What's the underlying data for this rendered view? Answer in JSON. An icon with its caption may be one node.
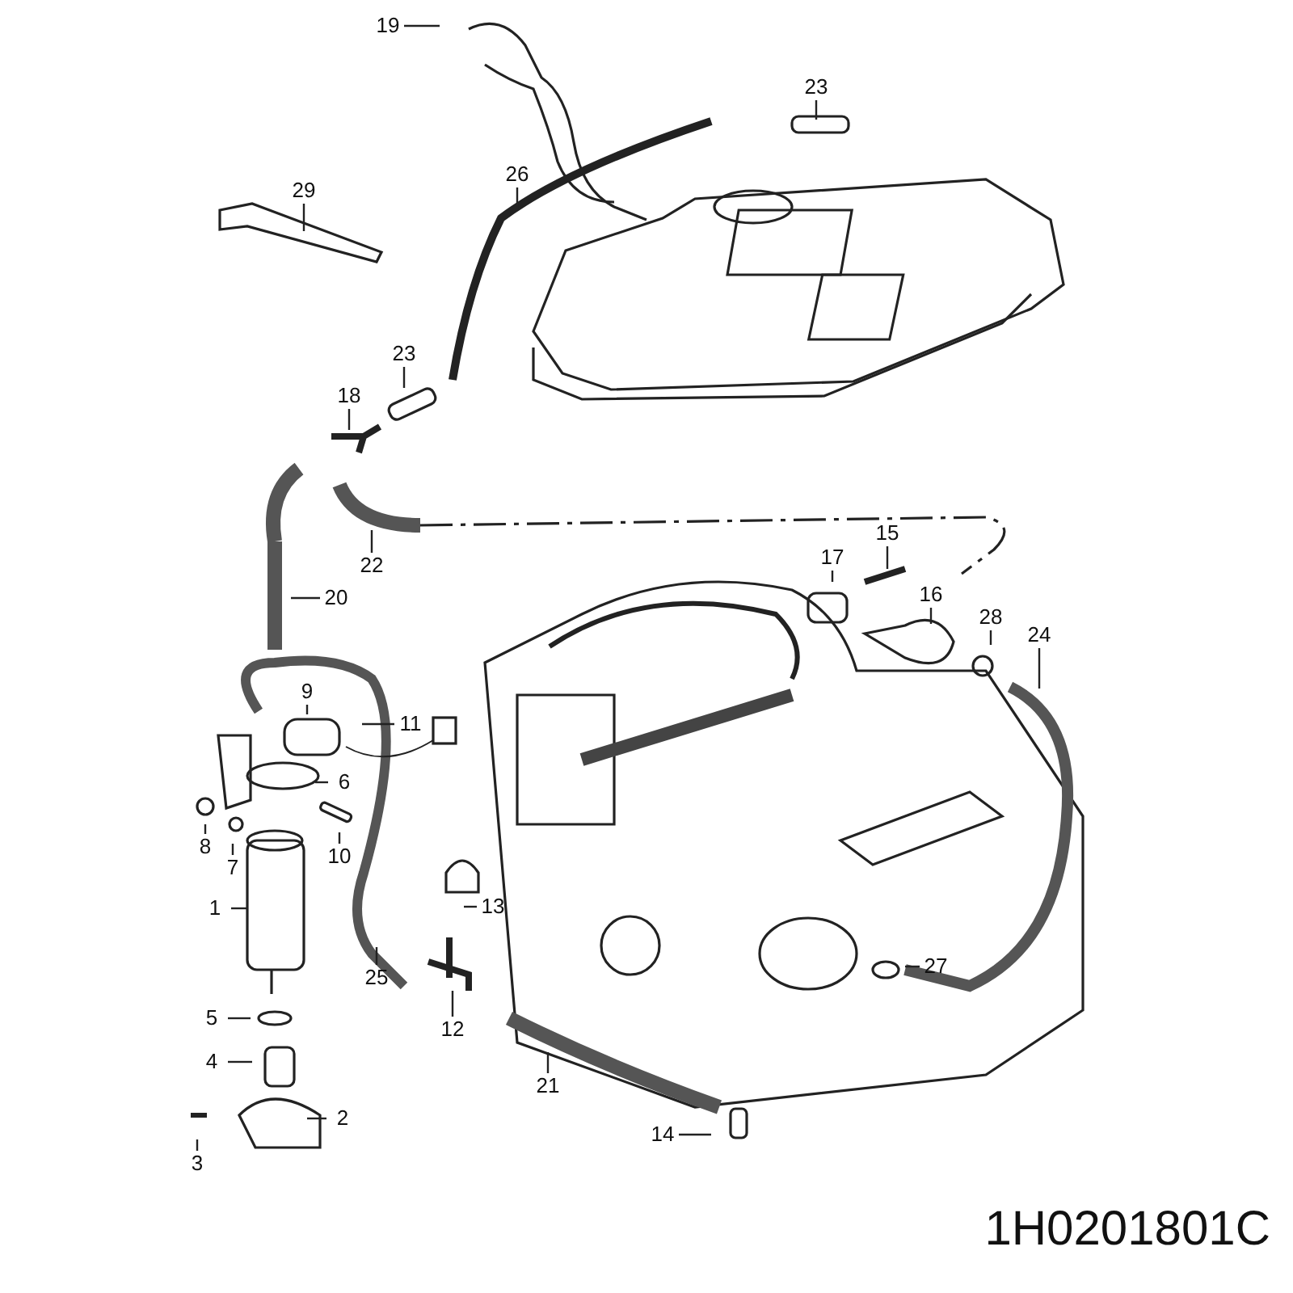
{
  "diagram": {
    "nodes": [
      {
        "text": [
          "19"
        ]
      },
      {
        "text": [
          "23"
        ]
      },
      {
        "text": [
          "26"
        ]
      },
      {
        "text": [
          "29"
        ]
      },
      {
        "text": [
          "23"
        ]
      },
      {
        "text": [
          "18"
        ]
      },
      {
        "text": [
          "22"
        ]
      },
      {
        "text": [
          "15"
        ]
      },
      {
        "text": [
          "17"
        ]
      },
      {
        "text": [
          "20"
        ]
      },
      {
        "text": [
          "16"
        ]
      },
      {
        "text": [
          "28"
        ]
      },
      {
        "text": [
          "24"
        ]
      },
      {
        "text": [
          "9"
        ]
      },
      {
        "text": [
          "11"
        ]
      },
      {
        "text": [
          "6"
        ]
      },
      {
        "text": [
          "8"
        ]
      },
      {
        "text": [
          "10"
        ]
      },
      {
        "text": [
          "7"
        ]
      },
      {
        "text": [
          "1"
        ]
      },
      {
        "text": [
          "13"
        ]
      },
      {
        "text": [
          "27"
        ]
      },
      {
        "text": [
          "25"
        ]
      },
      {
        "text": [
          "5"
        ]
      },
      {
        "text": [
          "12"
        ]
      },
      {
        "text": [
          "4"
        ]
      },
      {
        "text": [
          "21"
        ]
      },
      {
        "text": [
          "2"
        ]
      },
      {
        "text": [
          "14"
        ]
      },
      {
        "text": [
          "3"
        ]
      }
    ],
    "edges": [
      {
        "from": 0,
        "to": null,
        "arrow": "none"
      },
      {
        "from": 1,
        "to": null,
        "arrow": "none"
      },
      {
        "from": 2,
        "to": null,
        "arrow": "none"
      },
      {
        "from": 3,
        "to": null,
        "arrow": "none"
      },
      {
        "from": 4,
        "to": null,
        "arrow": "none"
      },
      {
        "from": 5,
        "to": null,
        "arrow": "none"
      },
      {
        "from": 6,
        "to": null,
        "arrow": "none"
      },
      {
        "from": 7,
        "to": null,
        "arrow": "none"
      },
      {
        "from": 8,
        "to": null,
        "arrow": "none"
      },
      {
        "from": 9,
        "to": null,
        "arrow": "none"
      },
      {
        "from": 10,
        "to": null,
        "arrow": "none"
      },
      {
        "from": 11,
        "to": null,
        "arrow": "none"
      },
      {
        "from": 12,
        "to": null,
        "arrow": "none"
      },
      {
        "from": 13,
        "to": null,
        "arrow": "none"
      },
      {
        "from": 14,
        "to": null,
        "arrow": "none"
      },
      {
        "from": 15,
        "to": null,
        "arrow": "none"
      },
      {
        "from": 16,
        "to": null,
        "arrow": "none"
      },
      {
        "from": 17,
        "to": null,
        "arrow": "none"
      },
      {
        "from": 18,
        "to": null,
        "arrow": "none"
      },
      {
        "from": 19,
        "to": null,
        "arrow": "none"
      },
      {
        "from": 20,
        "to": null,
        "arrow": "none"
      },
      {
        "from": 21,
        "to": null,
        "arrow": "none"
      },
      {
        "from": 22,
        "to": null,
        "arrow": "none"
      },
      {
        "from": 23,
        "to": null,
        "arrow": "none"
      },
      {
        "from": 24,
        "to": null,
        "arrow": "none"
      },
      {
        "from": 25,
        "to": null,
        "arrow": "none"
      },
      {
        "from": 26,
        "to": null,
        "arrow": "none"
      },
      {
        "from": 27,
        "to": null,
        "arrow": "none"
      },
      {
        "from": 28,
        "to": null,
        "arrow": "none"
      },
      {
        "from": 29,
        "to": null,
        "arrow": "none"
      }
    ],
    "labels": [
      "1H0201801C"
    ]
  }
}
